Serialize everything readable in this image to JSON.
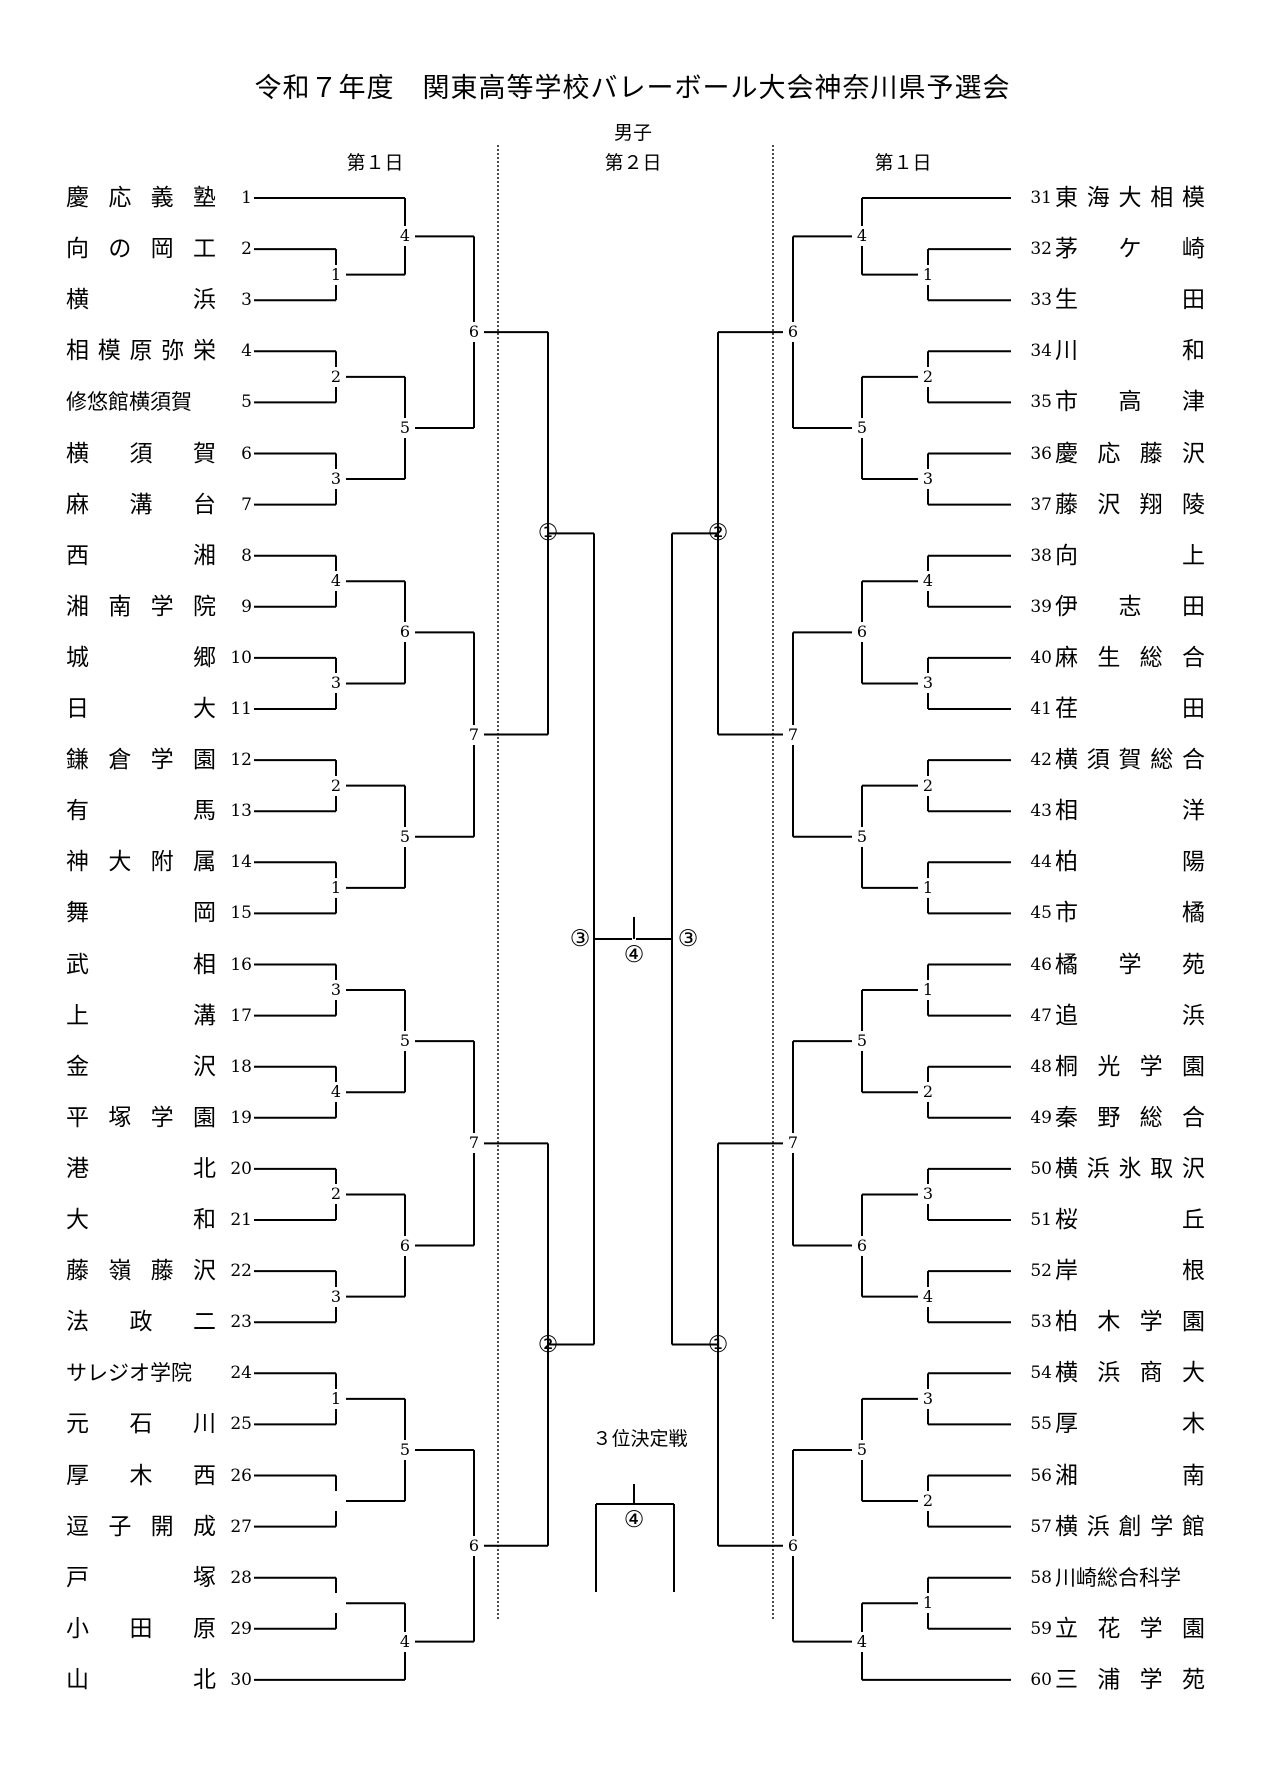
{
  "title": "令和７年度　関東高等学校バレーボール大会神奈川県予選会",
  "headers": {
    "division": "男子",
    "day1_left": "第１日",
    "day2": "第２日",
    "day1_right": "第１日"
  },
  "third_place_label": "３位決定戦",
  "left_teams": [
    {
      "seed": "1",
      "name": "慶応義塾"
    },
    {
      "seed": "2",
      "name": "向の岡工"
    },
    {
      "seed": "3",
      "name": "横浜"
    },
    {
      "seed": "4",
      "name": "相模原弥栄"
    },
    {
      "seed": "5",
      "name": "修悠館横須賀"
    },
    {
      "seed": "6",
      "name": "横須賀"
    },
    {
      "seed": "7",
      "name": "麻溝台"
    },
    {
      "seed": "8",
      "name": "西湘"
    },
    {
      "seed": "9",
      "name": "湘南学院"
    },
    {
      "seed": "10",
      "name": "城郷"
    },
    {
      "seed": "11",
      "name": "日大"
    },
    {
      "seed": "12",
      "name": "鎌倉学園"
    },
    {
      "seed": "13",
      "name": "有馬"
    },
    {
      "seed": "14",
      "name": "神大附属"
    },
    {
      "seed": "15",
      "name": "舞岡"
    },
    {
      "seed": "16",
      "name": "武相"
    },
    {
      "seed": "17",
      "name": "上溝"
    },
    {
      "seed": "18",
      "name": "金沢"
    },
    {
      "seed": "19",
      "name": "平塚学園"
    },
    {
      "seed": "20",
      "name": "港北"
    },
    {
      "seed": "21",
      "name": "大和"
    },
    {
      "seed": "22",
      "name": "藤嶺藤沢"
    },
    {
      "seed": "23",
      "name": "法政二"
    },
    {
      "seed": "24",
      "name": "サレジオ学院"
    },
    {
      "seed": "25",
      "name": "元石川"
    },
    {
      "seed": "26",
      "name": "厚木西"
    },
    {
      "seed": "27",
      "name": "逗子開成"
    },
    {
      "seed": "28",
      "name": "戸塚"
    },
    {
      "seed": "29",
      "name": "小田原"
    },
    {
      "seed": "30",
      "name": "山北"
    }
  ],
  "right_teams": [
    {
      "seed": "31",
      "name": "東海大相模"
    },
    {
      "seed": "32",
      "name": "茅ケ崎"
    },
    {
      "seed": "33",
      "name": "生田"
    },
    {
      "seed": "34",
      "name": "川和"
    },
    {
      "seed": "35",
      "name": "市高津"
    },
    {
      "seed": "36",
      "name": "慶応藤沢"
    },
    {
      "seed": "37",
      "name": "藤沢翔陵"
    },
    {
      "seed": "38",
      "name": "向上"
    },
    {
      "seed": "39",
      "name": "伊志田"
    },
    {
      "seed": "40",
      "name": "麻生総合"
    },
    {
      "seed": "41",
      "name": "荏田"
    },
    {
      "seed": "42",
      "name": "横須賀総合"
    },
    {
      "seed": "43",
      "name": "相洋"
    },
    {
      "seed": "44",
      "name": "柏陽"
    },
    {
      "seed": "45",
      "name": "市橘"
    },
    {
      "seed": "46",
      "name": "橘学苑"
    },
    {
      "seed": "47",
      "name": "追浜"
    },
    {
      "seed": "48",
      "name": "桐光学園"
    },
    {
      "seed": "49",
      "name": "秦野総合"
    },
    {
      "seed": "50",
      "name": "横浜氷取沢"
    },
    {
      "seed": "51",
      "name": "桜丘"
    },
    {
      "seed": "52",
      "name": "岸根"
    },
    {
      "seed": "53",
      "name": "柏木学園"
    },
    {
      "seed": "54",
      "name": "横浜商大"
    },
    {
      "seed": "55",
      "name": "厚木"
    },
    {
      "seed": "56",
      "name": "湘南"
    },
    {
      "seed": "57",
      "name": "横浜創学館"
    },
    {
      "seed": "58",
      "name": "川崎総合科学"
    },
    {
      "seed": "59",
      "name": "立花学園"
    },
    {
      "seed": "60",
      "name": "三浦学苑"
    }
  ],
  "left_r1_matches": [
    "1",
    "2",
    "3",
    "4",
    "3",
    "2",
    "1",
    "3",
    "4",
    "2",
    "3",
    "1"
  ],
  "left_r2_matches": [
    "4",
    "5",
    "6",
    "5",
    "5",
    "6",
    "5",
    "4"
  ],
  "left_r3_matches": [
    "6",
    "7",
    "7",
    "6"
  ],
  "right_r1_matches": [
    "1",
    "2",
    "3",
    "4",
    "3",
    "2",
    "1",
    "1",
    "2",
    "3",
    "4",
    "3",
    "2",
    "1"
  ],
  "right_r2_matches": [
    "4",
    "5",
    "6",
    "5",
    "5",
    "6",
    "5",
    "4"
  ],
  "right_r3_matches": [
    "6",
    "7",
    "7",
    "6"
  ],
  "day2_matches": {
    "left_top": "①",
    "left_bottom": "②",
    "right_top": "②",
    "right_bottom": "①",
    "semi_left": "③",
    "semi_right": "③",
    "final": "④",
    "third_place": "④"
  }
}
